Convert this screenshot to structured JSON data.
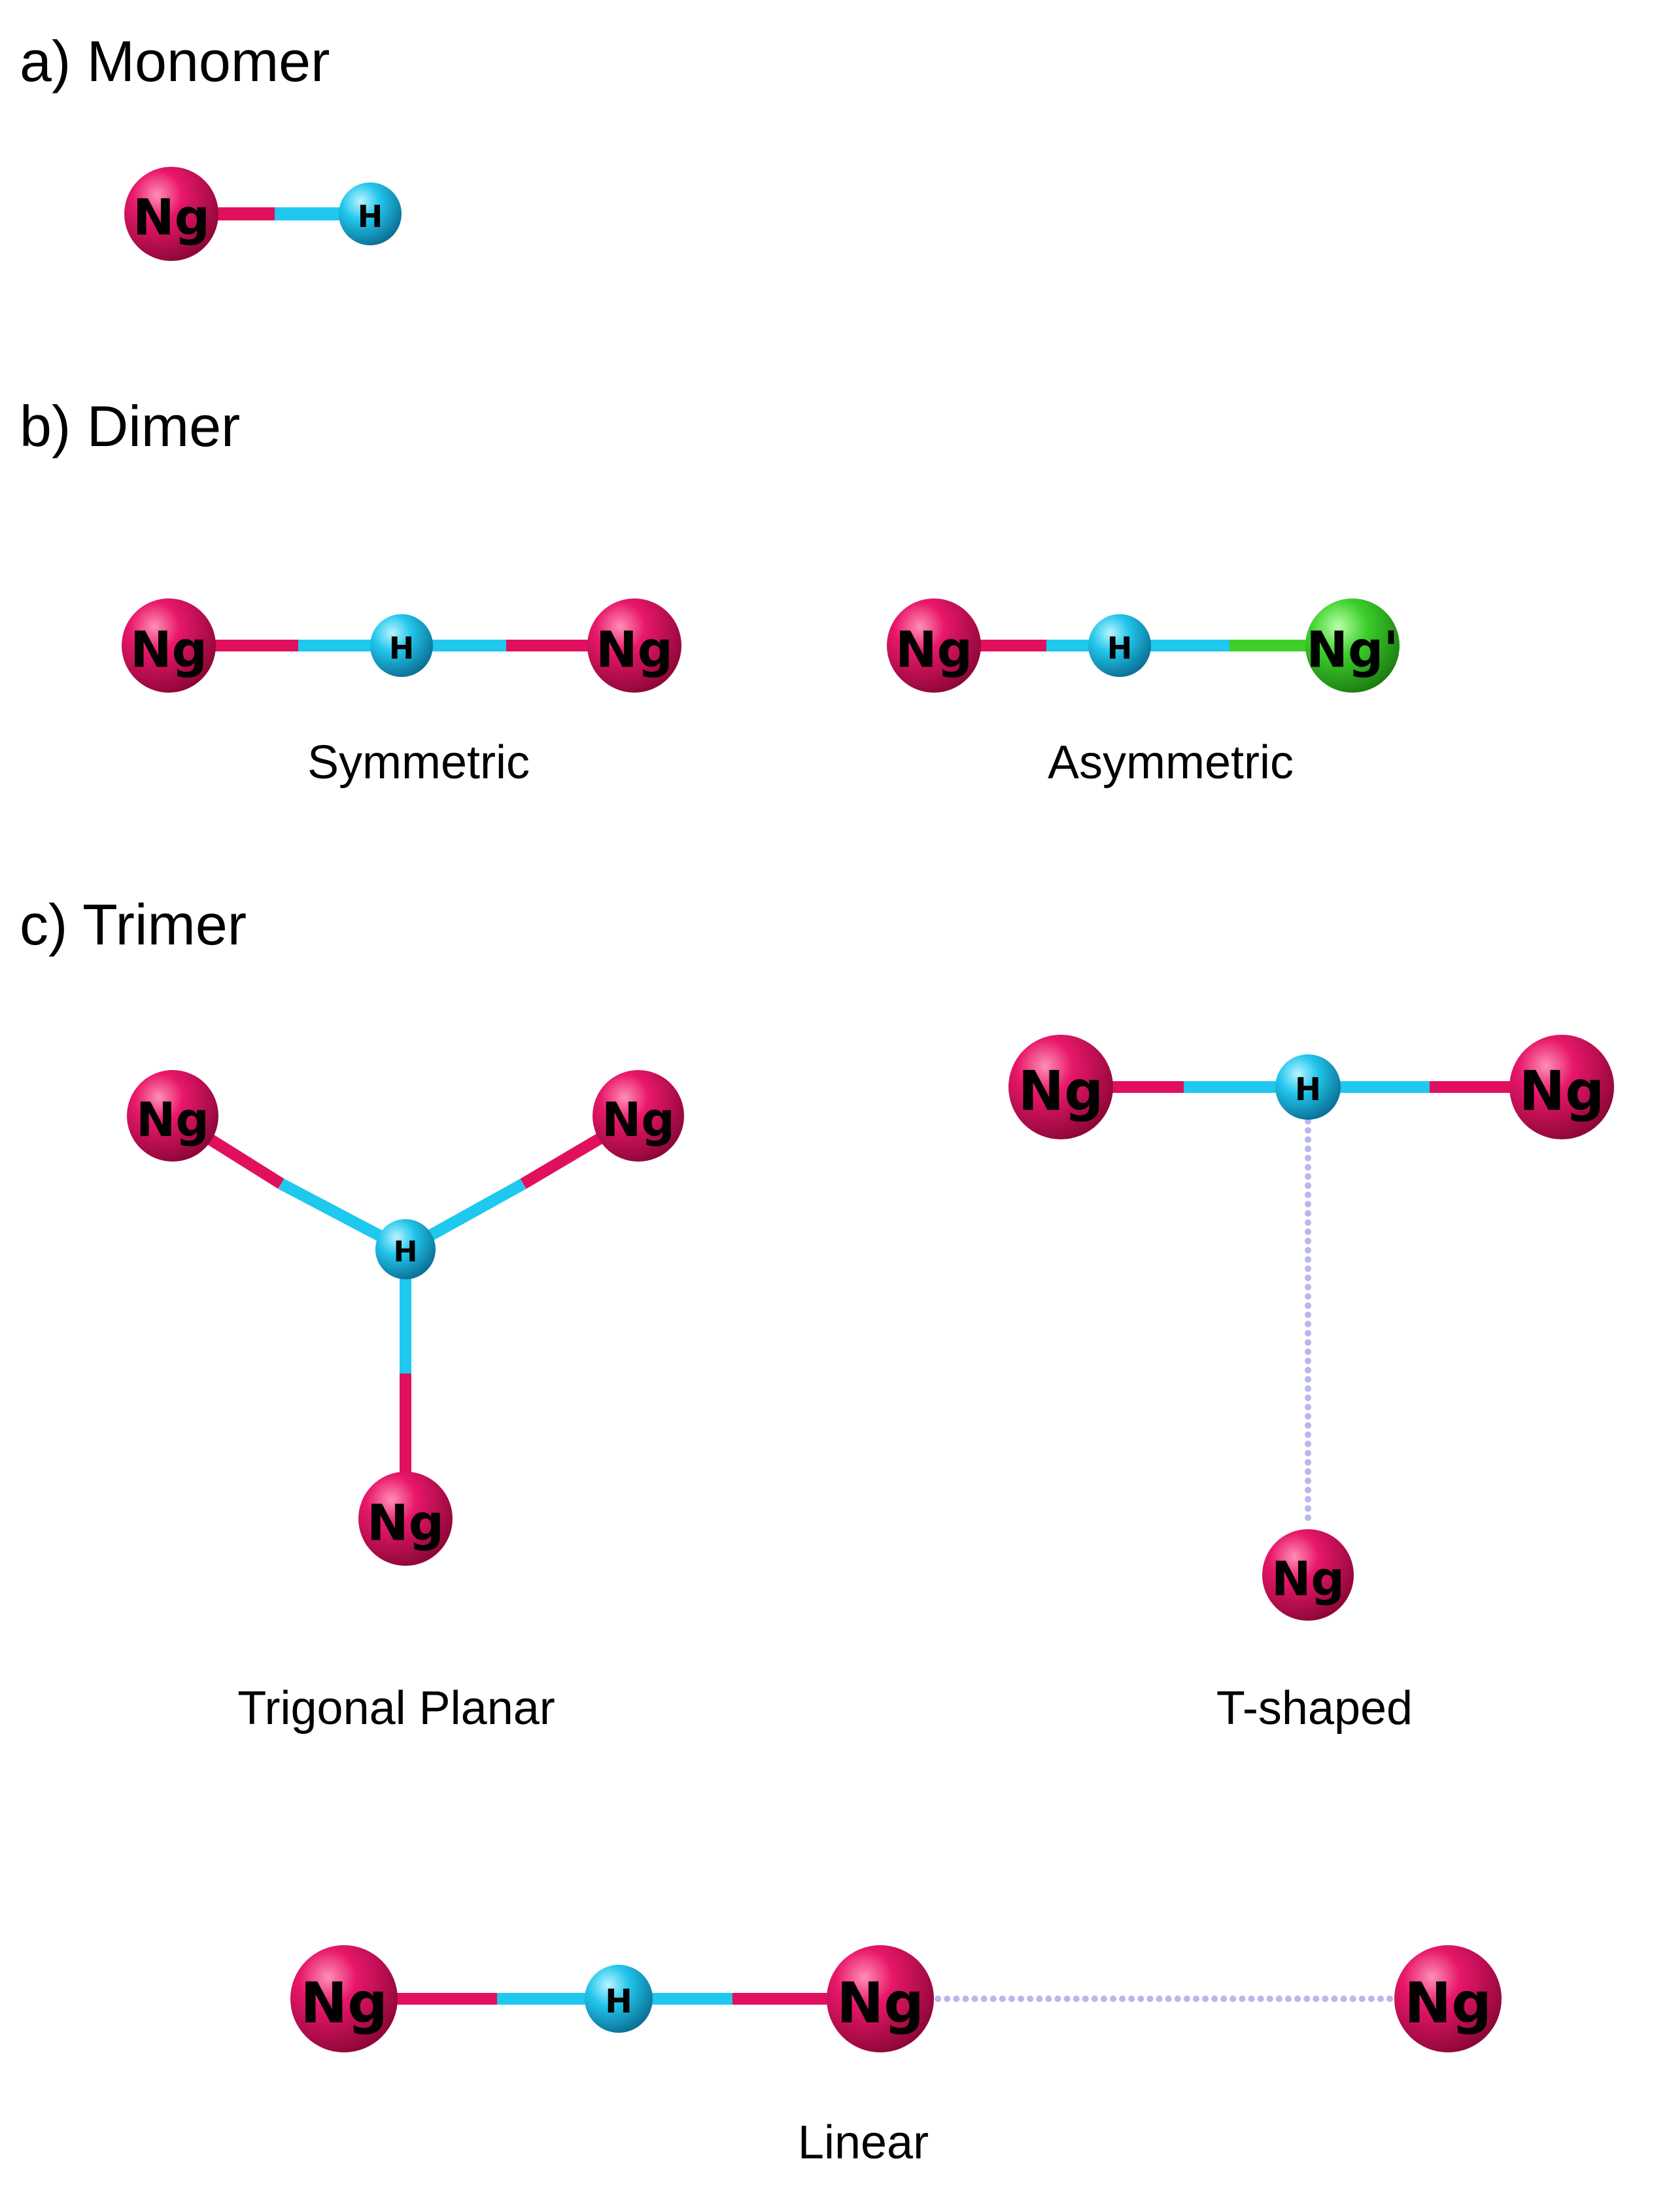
{
  "sections": {
    "monomer": {
      "title": "a) Monomer"
    },
    "dimer": {
      "title": "b) Dimer",
      "symmetric_caption": "Symmetric",
      "asymmetric_caption": "Asymmetric"
    },
    "trimer": {
      "title": "c) Trimer",
      "trigonal_caption": "Trigonal Planar",
      "tshaped_caption": "T-shaped",
      "linear_caption": "Linear"
    }
  },
  "atom_labels": {
    "ng": "Ng",
    "h": "H",
    "ng_prime": "Ng'"
  },
  "colors": {
    "ng": "#e0105e",
    "h": "#1ec8ee",
    "ng_prime": "#3ecf2a",
    "weak_interaction": "#b8b8ee",
    "text": "#000000"
  }
}
